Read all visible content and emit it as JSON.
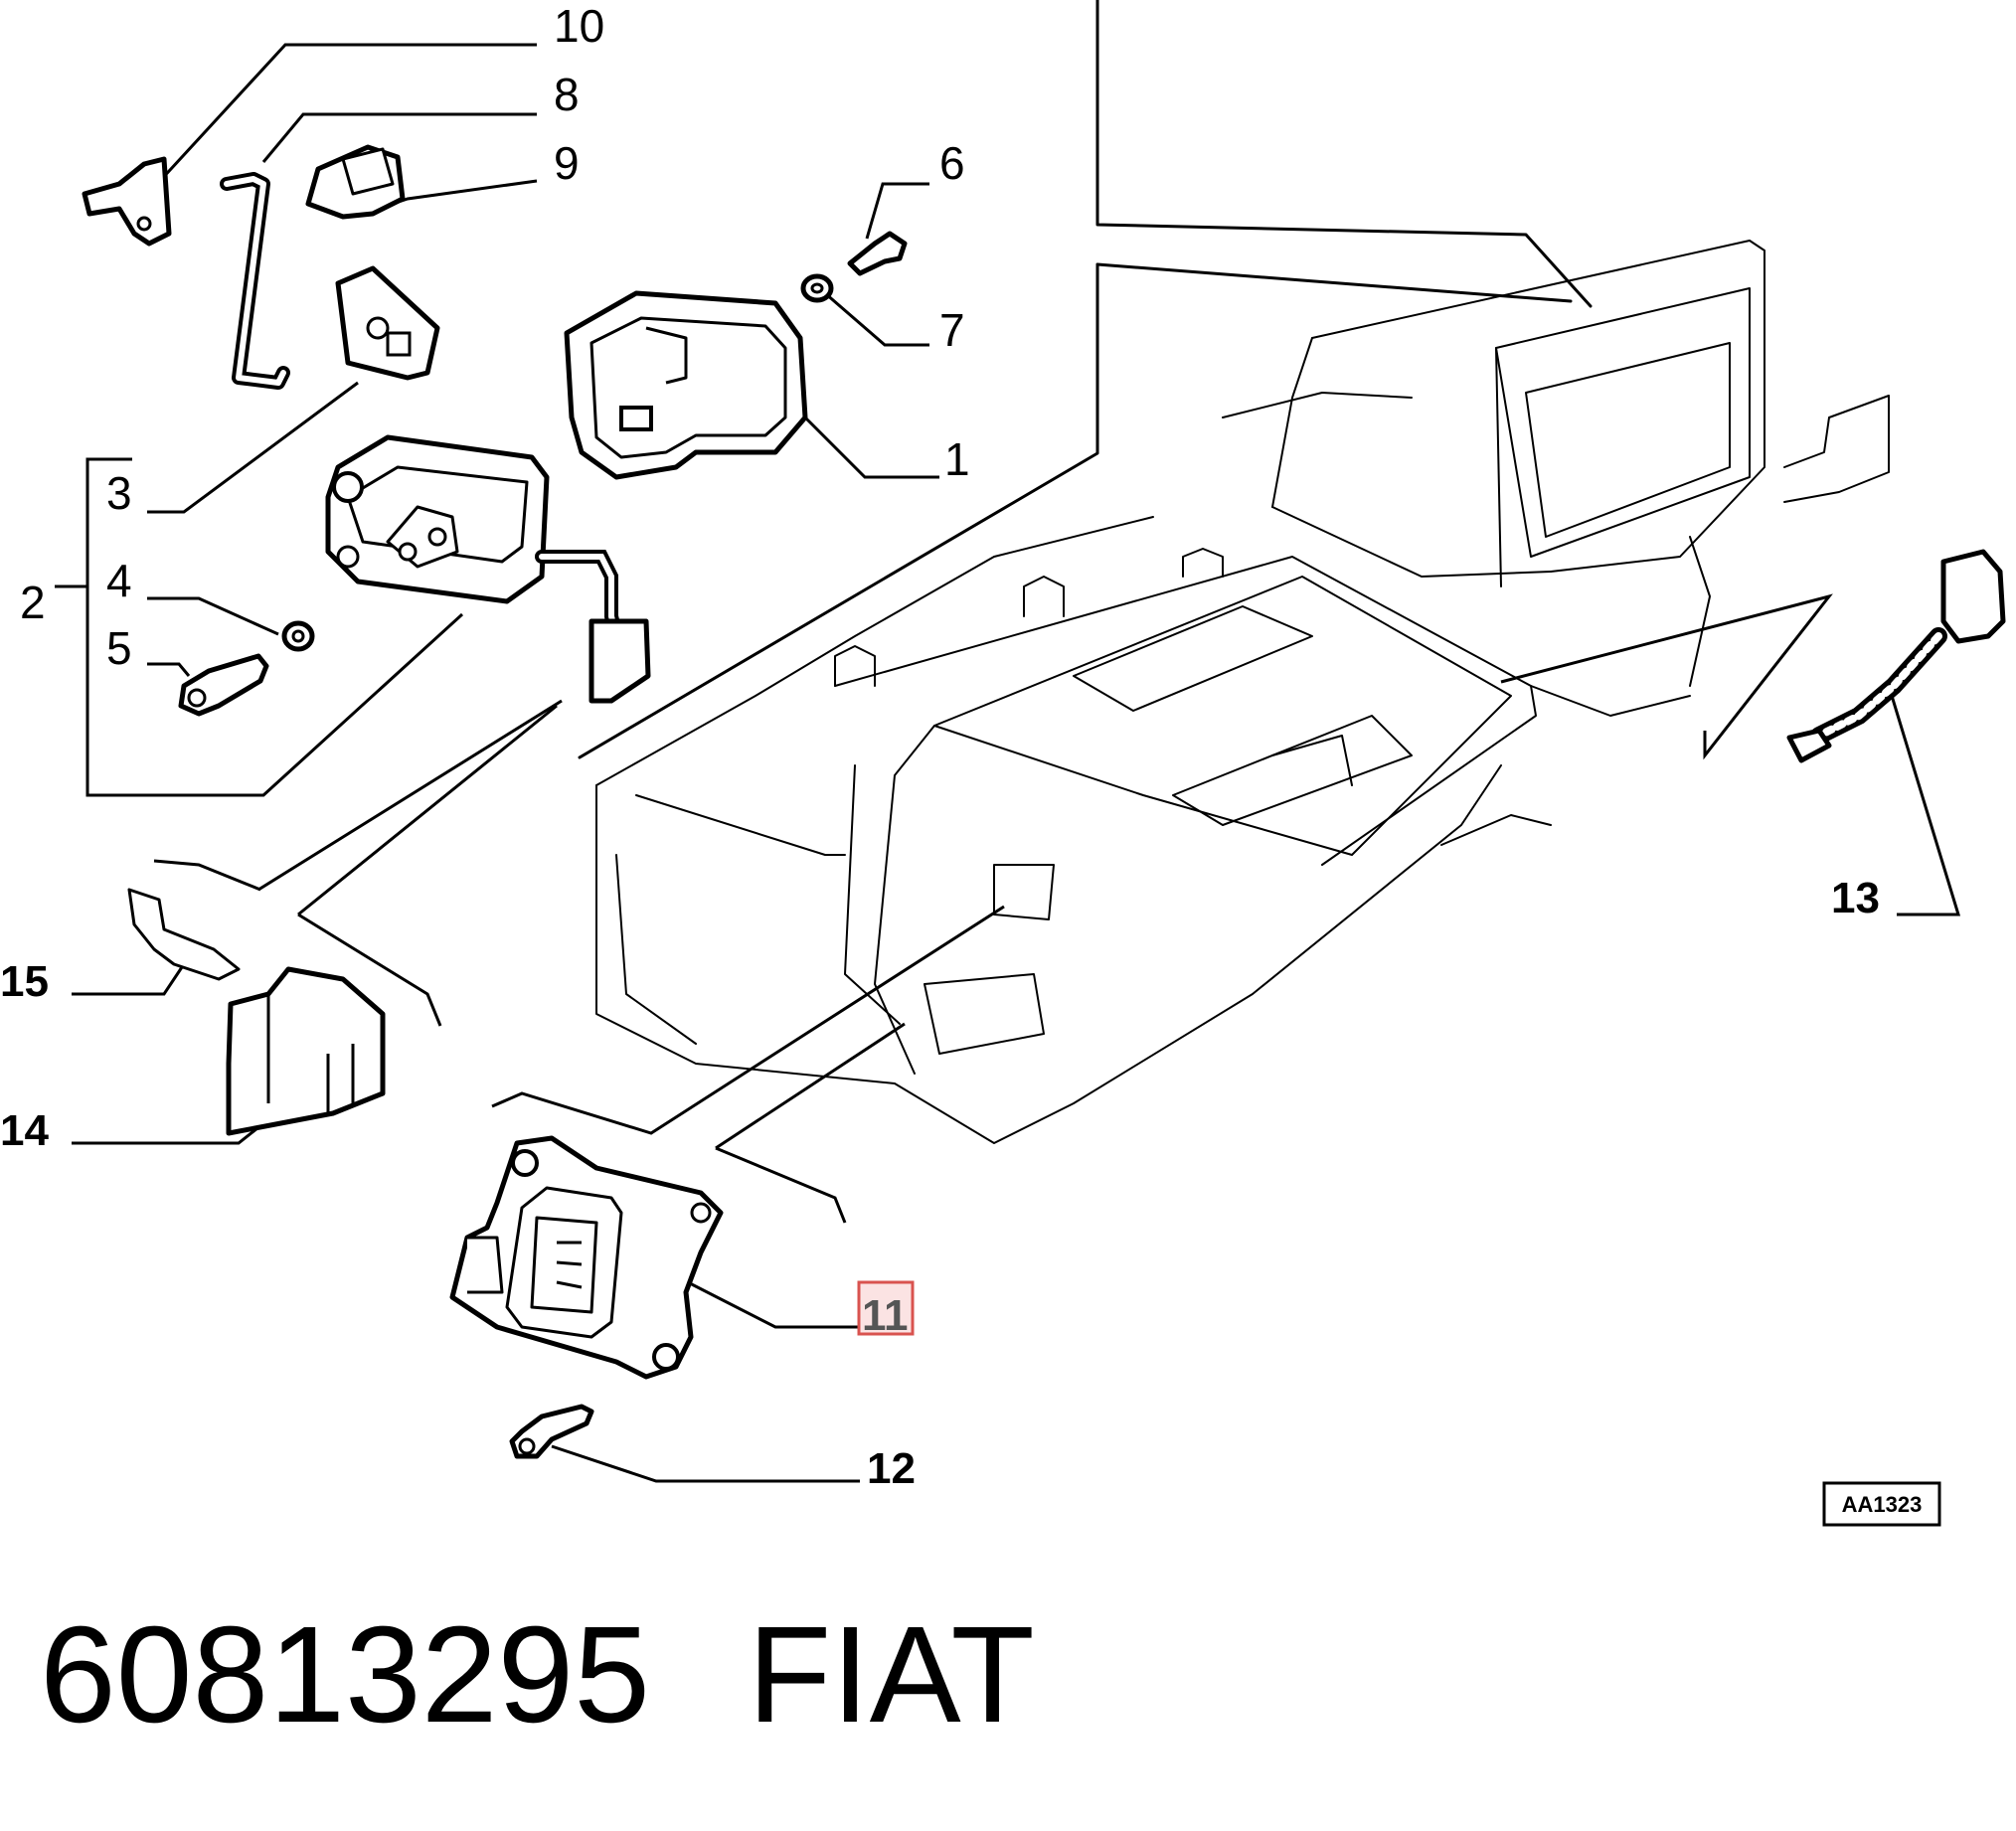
{
  "callouts": {
    "c10": "10",
    "c8": "8",
    "c9": "9",
    "c6": "6",
    "c7": "7",
    "c1": "1",
    "c3": "3",
    "c2": "2",
    "c4": "4",
    "c5": "5",
    "c15": "15",
    "c14": "14",
    "c13": "13",
    "c11": "11",
    "c12": "12"
  },
  "highlight": {
    "part": "11",
    "color": "#d9534f"
  },
  "drawing_code": "AA1323",
  "part_number": "60813295",
  "brand": "FIAT"
}
